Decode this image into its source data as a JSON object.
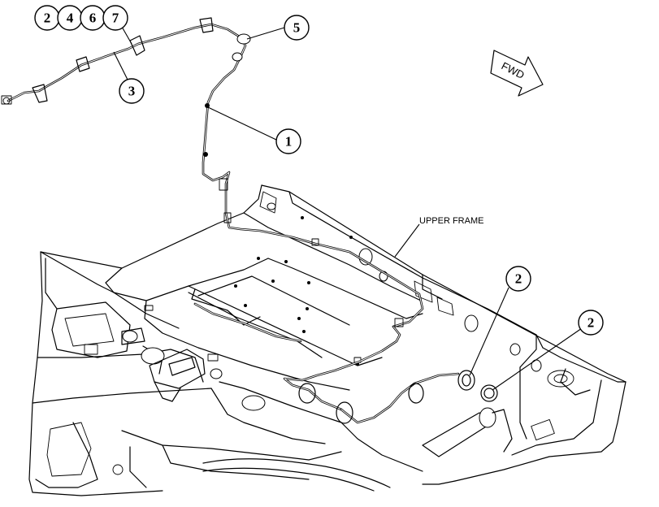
{
  "callouts": {
    "top_group": [
      "2",
      "4",
      "6",
      "7"
    ],
    "c3": "3",
    "c5": "5",
    "c1": "1",
    "c2_a": "2",
    "c2_b": "2"
  },
  "labels": {
    "upper_frame": "UPPER FRAME",
    "fwd": "FWD"
  }
}
